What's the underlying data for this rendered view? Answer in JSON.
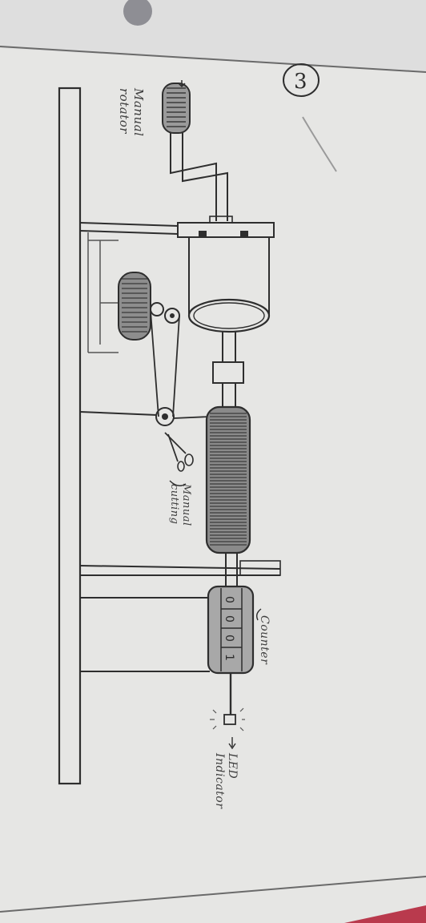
{
  "figure_number": "3",
  "labels": {
    "manual_rotator": [
      "Manual",
      "rotator"
    ],
    "manual_cutting": [
      "Manual",
      "cutting"
    ],
    "counter": "Counter",
    "counter_digits": [
      "0",
      "0",
      "0",
      "1"
    ],
    "led_indicator": [
      "LED",
      "Indicator"
    ]
  },
  "colors": {
    "ink": "#2e2e2e",
    "pencil": "#555555",
    "paper": "#e6e6e4"
  }
}
